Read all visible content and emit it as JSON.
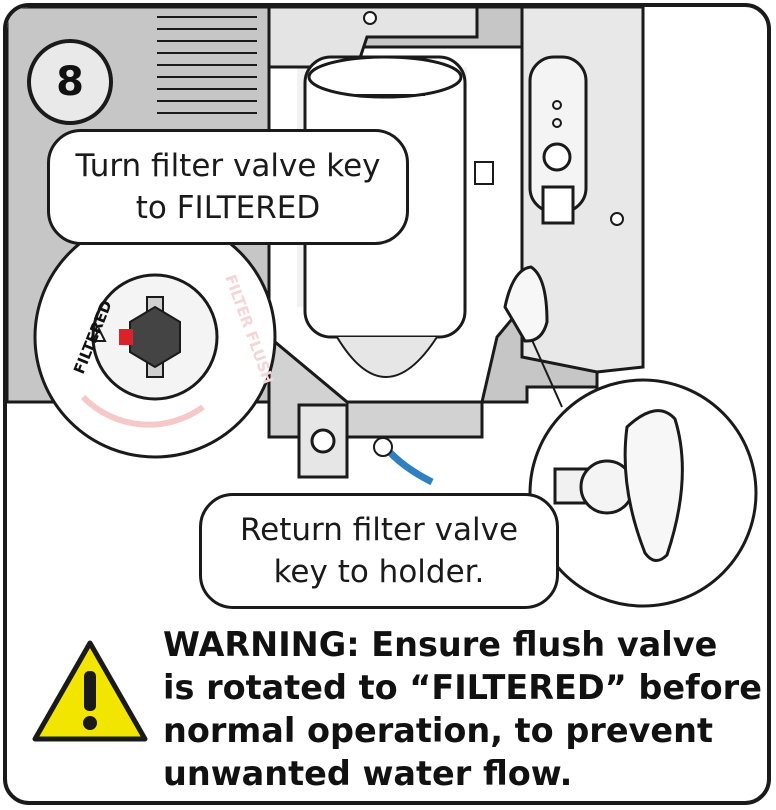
{
  "step": {
    "number": "8"
  },
  "callouts": {
    "turn_valve": {
      "line1": "Turn filter valve key",
      "line2": "to FILTERED"
    },
    "return_key": {
      "line1": "Return filter valve",
      "line2": "key to holder."
    }
  },
  "dial": {
    "label_filtered": "FILTERED",
    "label_filter_flush": "FILTER FLUSH"
  },
  "warning": {
    "icon": "warning-triangle-icon",
    "lines": [
      "WARNING: Ensure flush valve",
      "is rotated to “FILTERED” before",
      "normal operation, to prevent",
      "unwanted water flow."
    ]
  },
  "colors": {
    "warning_yellow": "#f2e600",
    "valve_indicator_red": "#d9232b",
    "tube_blue": "#2f7fc1",
    "panel_gray": "#c8c8c8"
  }
}
